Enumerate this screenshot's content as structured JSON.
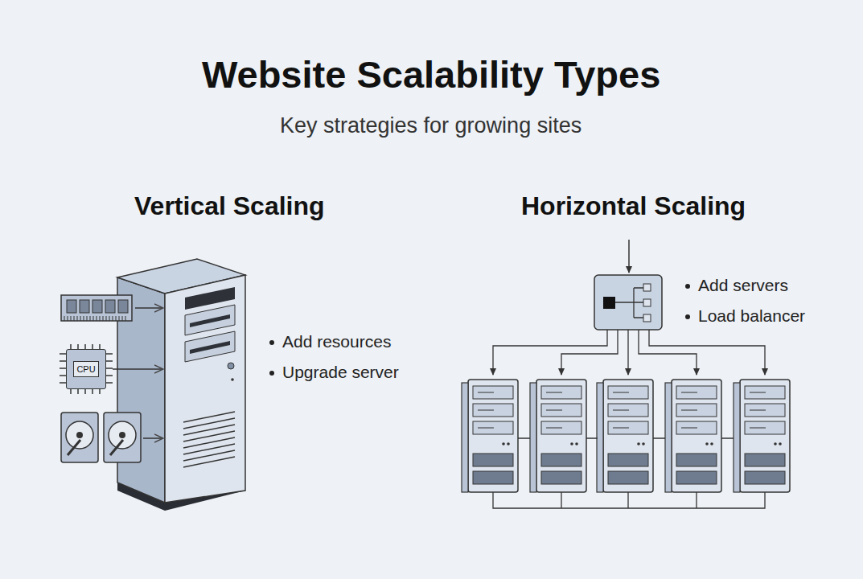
{
  "diagram": {
    "title": "Website Scalability Types",
    "nodes": [
      {
        "text": [
          "CPU"
        ]
      }
    ],
    "labels": [
      "Key strategies for growing sites",
      "Vertical Scaling",
      "Add resources",
      "Upgrade server",
      "Horizontal Scaling",
      "Add servers",
      "Load balancer"
    ]
  }
}
